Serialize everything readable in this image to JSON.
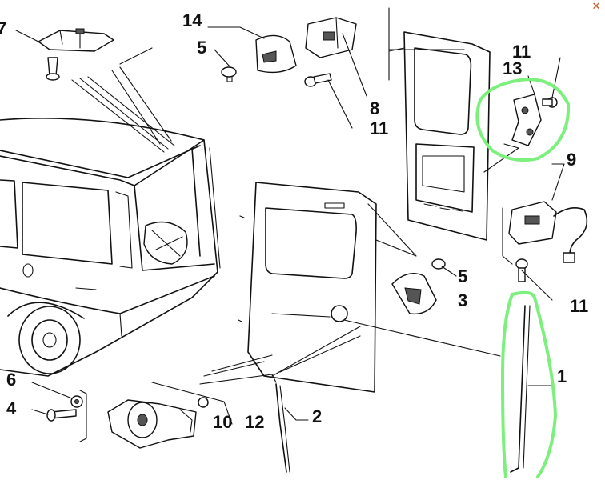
{
  "labels": {
    "p7": "7",
    "p14": "14",
    "p5a": "5",
    "p11a": "11",
    "p13": "13",
    "p8": "8",
    "p11b": "11",
    "p9": "9",
    "p5b": "5",
    "p3": "3",
    "p11c": "11",
    "p1": "1",
    "p6": "6",
    "p4": "4",
    "p2": "2",
    "p10": "10",
    "p12": "12"
  },
  "close_glyph": "✕",
  "colors": {
    "highlight": "#7cf07c",
    "close": "#d05020"
  }
}
